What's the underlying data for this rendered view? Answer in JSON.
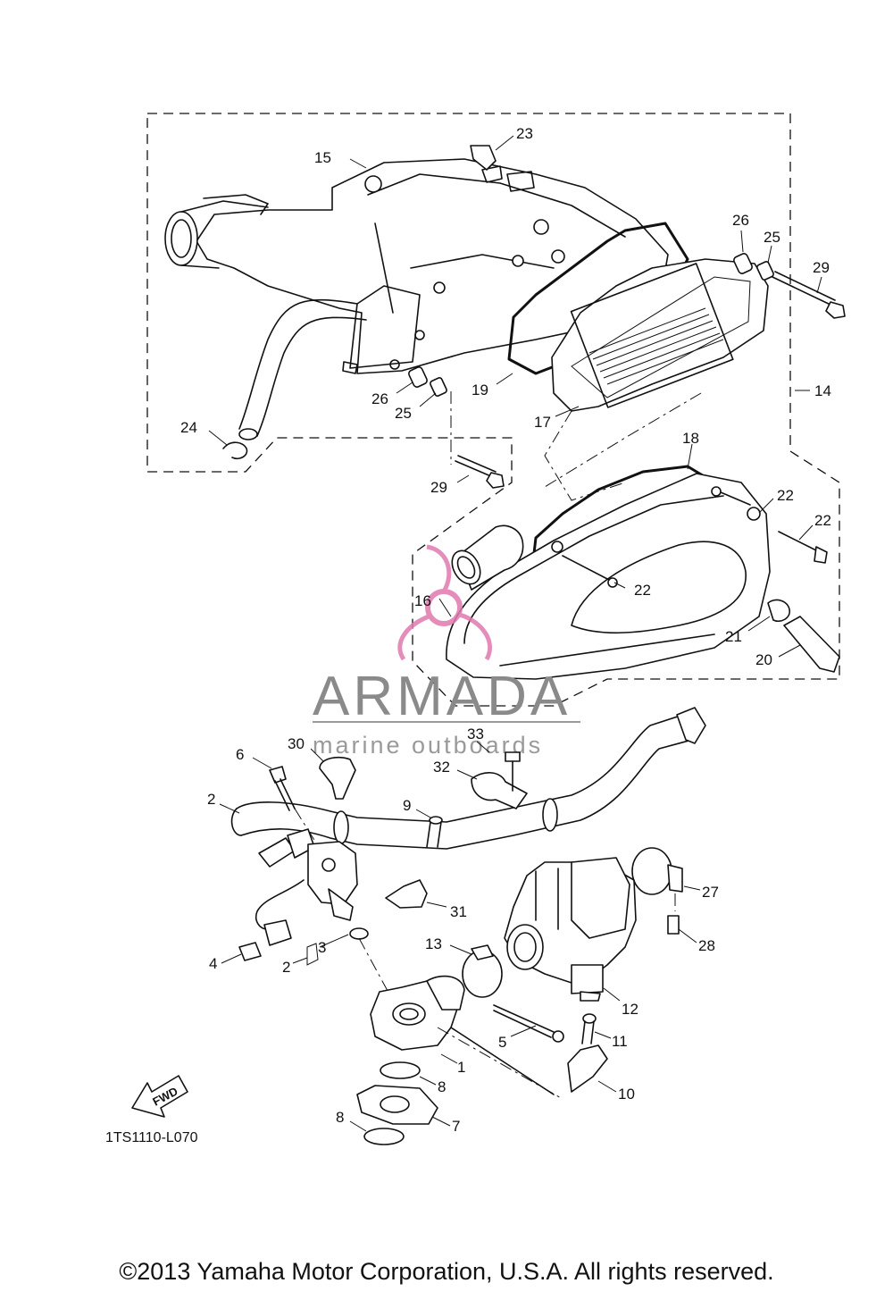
{
  "diagram": {
    "drawing_code": "1TS1110-L070",
    "fwd_arrow_label": "FWD",
    "parts": [
      {
        "id": "p1",
        "label": "1"
      },
      {
        "id": "p2a",
        "label": "2"
      },
      {
        "id": "p2b",
        "label": "2"
      },
      {
        "id": "p3",
        "label": "3"
      },
      {
        "id": "p4",
        "label": "4"
      },
      {
        "id": "p5",
        "label": "5"
      },
      {
        "id": "p6",
        "label": "6"
      },
      {
        "id": "p7",
        "label": "7"
      },
      {
        "id": "p8a",
        "label": "8"
      },
      {
        "id": "p8b",
        "label": "8"
      },
      {
        "id": "p9",
        "label": "9"
      },
      {
        "id": "p10",
        "label": "10"
      },
      {
        "id": "p11",
        "label": "11"
      },
      {
        "id": "p12",
        "label": "12"
      },
      {
        "id": "p13",
        "label": "13"
      },
      {
        "id": "p14",
        "label": "14"
      },
      {
        "id": "p15",
        "label": "15"
      },
      {
        "id": "p16",
        "label": "16"
      },
      {
        "id": "p17",
        "label": "17"
      },
      {
        "id": "p18",
        "label": "18"
      },
      {
        "id": "p19",
        "label": "19"
      },
      {
        "id": "p20",
        "label": "20"
      },
      {
        "id": "p21",
        "label": "21"
      },
      {
        "id": "p22a",
        "label": "22"
      },
      {
        "id": "p22b",
        "label": "22"
      },
      {
        "id": "p22c",
        "label": "22"
      },
      {
        "id": "p23",
        "label": "23"
      },
      {
        "id": "p24",
        "label": "24"
      },
      {
        "id": "p25a",
        "label": "25"
      },
      {
        "id": "p25b",
        "label": "25"
      },
      {
        "id": "p26a",
        "label": "26"
      },
      {
        "id": "p26b",
        "label": "26"
      },
      {
        "id": "p27",
        "label": "27"
      },
      {
        "id": "p28",
        "label": "28"
      },
      {
        "id": "p29a",
        "label": "29"
      },
      {
        "id": "p29b",
        "label": "29"
      },
      {
        "id": "p30",
        "label": "30"
      },
      {
        "id": "p31",
        "label": "31"
      },
      {
        "id": "p32",
        "label": "32"
      },
      {
        "id": "p33",
        "label": "33"
      }
    ]
  },
  "watermark": {
    "brand": "ARMADA",
    "tagline": "marine outboards",
    "logo_color": "#e07ab0"
  },
  "copyright": "©2013 Yamaha Motor Corporation, U.S.A. All rights reserved."
}
